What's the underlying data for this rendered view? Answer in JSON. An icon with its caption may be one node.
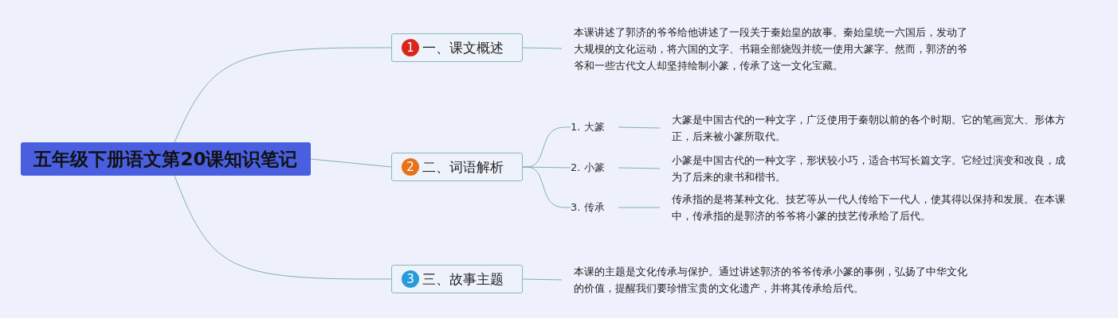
{
  "diagram": {
    "nodes": [
      {
        "text": [
          "五年级下册语文第20课知识笔记"
        ]
      },
      {
        "text": [
          "1",
          "一、课文概述"
        ]
      },
      {
        "text": [
          "本课讲述了郭济的爷爷给他讲述了一段关于秦始皇的故事。秦始皇统一六国后，发动了大规模的文化运动，将六国的文字、书籍全部烧毁并统一使用大篆字。然而，郭济的爷爷和一些古代文人却坚持绘制小篆，传承了这一文化宝藏。"
        ]
      },
      {
        "text": [
          "2",
          "二、词语解析"
        ]
      },
      {
        "text": [
          "1. 大篆"
        ]
      },
      {
        "text": [
          "2. 小篆"
        ]
      },
      {
        "text": [
          "3. 传承"
        ]
      },
      {
        "text": [
          "大篆是中国古代的一种文字，广泛使用于秦朝以前的各个时期。它的笔画宽大、形体方正，后来被小篆所取代。"
        ]
      },
      {
        "text": [
          "小篆是中国古代的一种文字，形状较小巧，适合书写长篇文字。它经过演变和改良，成为了后来的隶书和楷书。"
        ]
      },
      {
        "text": [
          "传承指的是将某种文化、技艺等从一代人传给下一代人，使其得以保持和发展。在本课中，传承指的是郭济的爷爷将小篆的技艺传承给了后代。"
        ]
      },
      {
        "text": [
          "3",
          "三、故事主题"
        ]
      },
      {
        "text": [
          "本课的主题是文化传承与保护。通过讲述郭济的爷爷传承小篆的事例，弘扬了中华文化的价值，提醒我们要珍惜宝贵的文化遗产，并将其传承给后代。"
        ]
      }
    ],
    "edges": [
      {
        "from": 0,
        "to": 1,
        "arrow": "none"
      },
      {
        "from": 0,
        "to": 3,
        "arrow": "none"
      },
      {
        "from": 0,
        "to": 10,
        "arrow": "none"
      },
      {
        "from": 1,
        "to": 2,
        "arrow": "none"
      },
      {
        "from": 3,
        "to": 4,
        "arrow": "none"
      },
      {
        "from": 3,
        "to": 5,
        "arrow": "none"
      },
      {
        "from": 3,
        "to": 6,
        "arrow": "none"
      },
      {
        "from": 4,
        "to": 7,
        "arrow": "none"
      },
      {
        "from": 5,
        "to": 8,
        "arrow": "none"
      },
      {
        "from": 6,
        "to": 9,
        "arrow": "none"
      },
      {
        "from": 10,
        "to": 11,
        "arrow": "none"
      }
    ]
  }
}
